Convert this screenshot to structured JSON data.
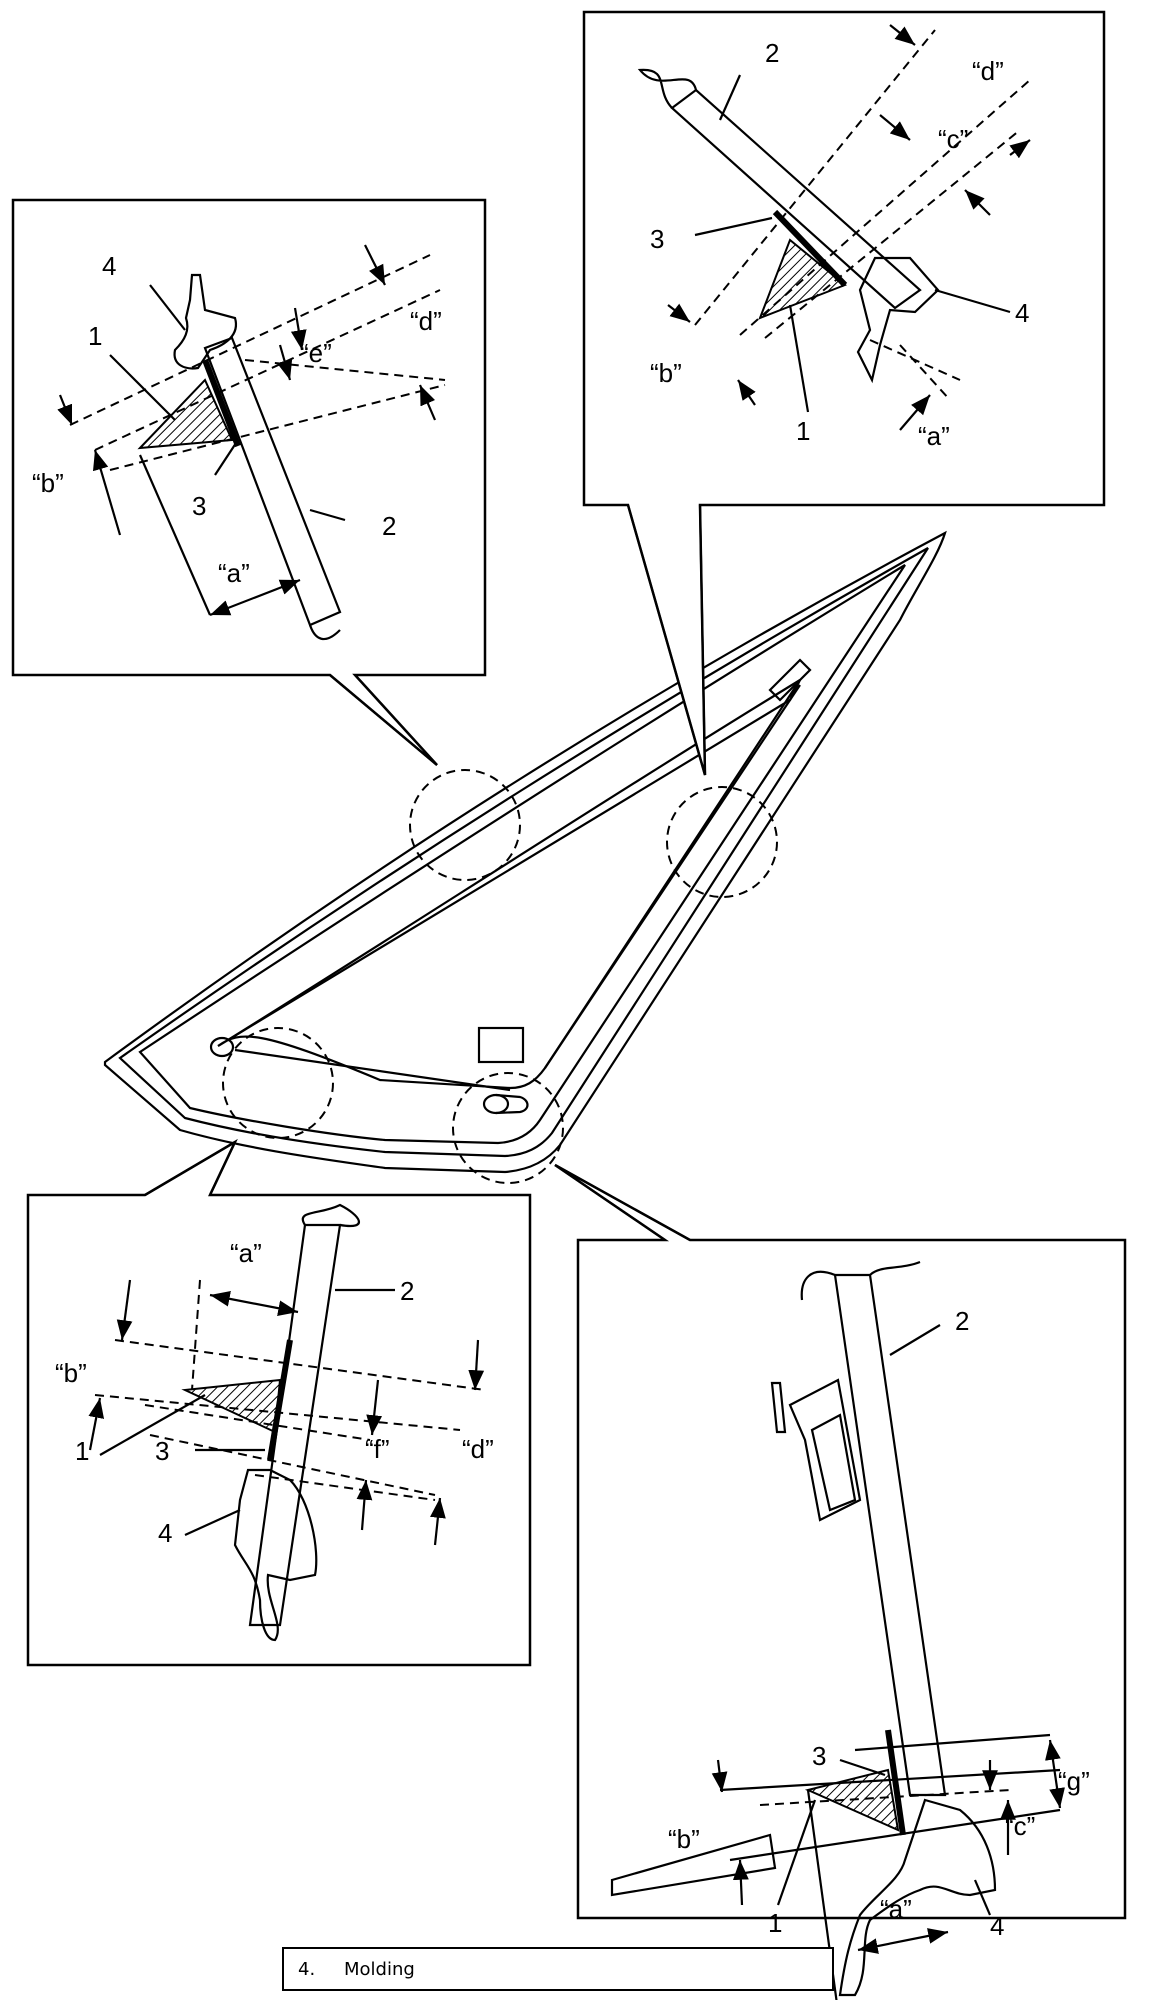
{
  "caption": {
    "number": "4.",
    "text": "Molding"
  },
  "callouts": {
    "tl": {
      "part4": "4",
      "part1": "1",
      "part3": "3",
      "part2": "2",
      "dim_d": "“d”",
      "dim_e": "“e”",
      "dim_b": "“b”",
      "dim_a": "“a”"
    },
    "tr": {
      "part2": "2",
      "part3": "3",
      "part4": "4",
      "part1": "1",
      "dim_d": "“d”",
      "dim_c": "“c”",
      "dim_b": "“b”",
      "dim_a": "“a”"
    },
    "bl": {
      "part2": "2",
      "part1": "1",
      "part3": "3",
      "part4": "4",
      "dim_a": "“a”",
      "dim_b": "“b”",
      "dim_f": "“f”",
      "dim_d": "“d”"
    },
    "br": {
      "part2": "2",
      "part3": "3",
      "part1": "1",
      "part4": "4",
      "dim_g": "“g”",
      "dim_c": "“c”",
      "dim_b": "“b”",
      "dim_a": "“a”"
    }
  }
}
